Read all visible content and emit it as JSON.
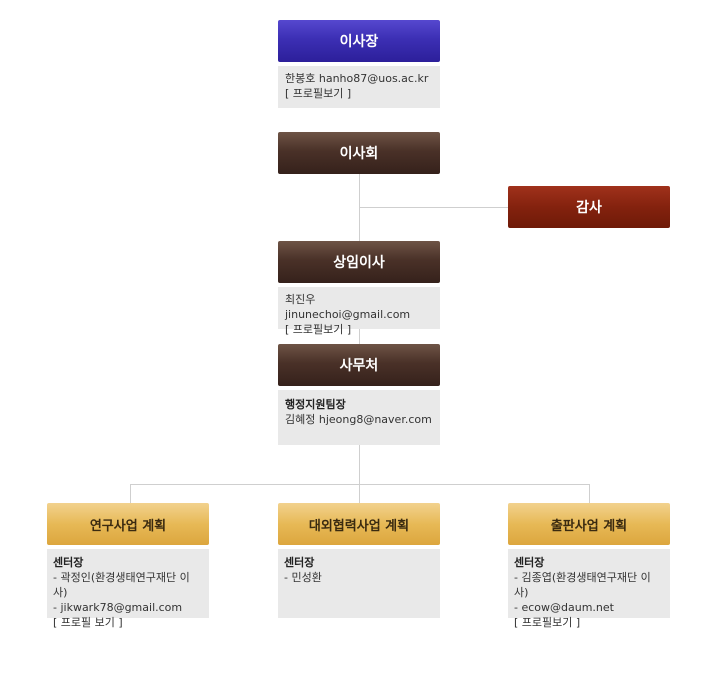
{
  "chairman": {
    "label": "이사장",
    "name": "한봉호 hanho87@uos.ac.kr",
    "profile": "[ 프로필보기 ]"
  },
  "board": {
    "label": "이사회"
  },
  "auditor": {
    "label": "감사"
  },
  "standing": {
    "label": "상임이사",
    "name": "최진우 jinunechoi@gmail.com",
    "profile": "[ 프로필보기 ]"
  },
  "secretariat": {
    "label": "사무처",
    "title": "행정지원팀장",
    "name": "김혜정 hjeong8@naver.com"
  },
  "projects": [
    {
      "label": "연구사업 계획",
      "role": "센터장",
      "lines": [
        "- 곽정인(환경생태연구재단 이사)",
        "- jikwark78@gmail.com",
        "[ 프로필 보기 ]"
      ]
    },
    {
      "label": "대외협력사업 계획",
      "role": "센터장",
      "lines": [
        "- 민성환"
      ]
    },
    {
      "label": "출판사업 계획",
      "role": "센터장",
      "lines": [
        "- 김종엽(환경생태연구재단 이사)",
        "- ecow@daum.net",
        "[ 프로필보기 ]"
      ]
    }
  ]
}
